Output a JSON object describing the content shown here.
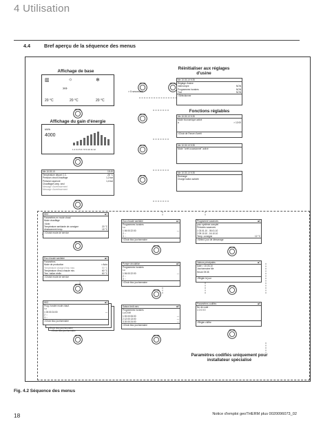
{
  "header": {
    "chapter": "4 Utilisation"
  },
  "section": {
    "number": "4.4",
    "title": "Bref aperçu de la séquence des menus"
  },
  "labels": {
    "base_display": "Affichage de base",
    "energy_display": "Affichage du gain d'énergie",
    "reset": "Réinitialiser aux réglages d'usine",
    "functions": "Fonctions réglables",
    "coded": "Paramètres codifiés uniquement pour installateur spécialisé",
    "seconds": "> 5 secondes"
  },
  "base_panel": {
    "temps": [
      "20 °C",
      "20 °C",
      "20 °C"
    ],
    "icons": [
      "radiator-icon",
      "sun-icon",
      "snowflake-icon"
    ]
  },
  "energy_panel": {
    "kwh": "kWh",
    "value": "4000",
    "bars": [
      2,
      3,
      4,
      5,
      6,
      7,
      8,
      9,
      6,
      5,
      4,
      3
    ],
    "axis": "1 2 3 4 5 6 7 8 9 10 11 12"
  },
  "reset_panel": {
    "header": "Me 10.03.10 9:35",
    "rows": [
      {
        "k": "Réglage d'usine",
        "v": ""
      },
      {
        "k": "Interrompre",
        "v": "NON"
      },
      {
        "k": "Programmes horaires",
        "v": "NON"
      },
      {
        "k": "Tout",
        "v": "NON"
      }
    ],
    "footer": ">Sélectionner"
  },
  "func1": {
    "header": "Me 10.03.10 9:35",
    "rows": [
      {
        "k": "Mode économique activé",
        "v": ""
      },
      {
        "k": "à",
        "v": "> 12:00"
      }
    ],
    "footer": ">Choix de l'heure d'arrêt"
  },
  "func2": {
    "header": "Me 10.03.10 9:35",
    "rows": [
      {
        "k": "Mode \"arrêt occasionnel\" activé",
        "v": ""
      }
    ]
  },
  "func3": {
    "header": "Me 10.03.10 9:35",
    "rows": [
      {
        "k": "Recharge",
        "v": ""
      },
      {
        "k": "Charge ballon activée",
        "v": ""
      }
    ]
  },
  "status_panel": {
    "header": "Me 10.03.10",
    "time": "15:49",
    "rows": [
      {
        "k": "Température départ C.C.",
        "v": "28 °C"
      },
      {
        "k": "Pression circuit chauffage",
        "v": "1,2 bar"
      },
      {
        "k": "Pression saumure",
        "v": "1,4 bar"
      },
      {
        "k": "Chauffage/Comp. seul",
        "v": ""
      },
      {
        "k": "Message d'avertissement",
        "v": ""
      },
      {
        "k": "Message d'avertissement",
        "v": ""
      }
    ]
  },
  "heat1": {
    "header": "HK2",
    "sub": "Paramètres en mode chauf.",
    "rows": [
      {
        "k": "Mode chauffage",
        "v": ""
      },
      {
        "k": ">Auto",
        "v": ""
      },
      {
        "k": "Température ambiante de consigne",
        "v": "20 °C"
      },
      {
        "k": "Abaissement temp.",
        "v": "15 °C"
      }
    ],
    "footer": ">Choisir mode de service"
  },
  "ecs1": {
    "header": "Eau chaude sanitaire",
    "sub": "Programmes horaires",
    "rows": [
      {
        "k": "Lu",
        "v": ""
      },
      {
        "k": "1 06:00  22:00",
        "v": "—"
      },
      {
        "k": "2 : :",
        "v": ""
      },
      {
        "k": "3 : :",
        "v": ""
      }
    ],
    "footer": ">Choix bloc jour/semaine"
  },
  "vac": {
    "header": "Programme vacances",
    "sub": "pour système complet",
    "rows": [
      {
        "k": "Périodes vacances",
        "v": ""
      },
      {
        "k": "1 03.01.10 - 05.01.10",
        "v": ""
      },
      {
        "k": "2 09.10.10 - 16.10.10",
        "v": ""
      },
      {
        "k": "Temp. consigne",
        "v": "12 °C"
      }
    ],
    "footer": ">Sélect. jour de démarrage"
  },
  "ecs2": {
    "header": "Eau chaude sanitaire",
    "sub": "Paramètres",
    "rows": [
      {
        "k": "Mode de production",
        "v": "> Auto"
      },
      {
        "k": "Température charge d'eau max.",
        "v": "50 °C"
      },
      {
        "k": "Température d'eau chaude min.",
        "v": "60 °C"
      },
      {
        "k": "Tem. ballon réelle",
        "v": "60 °C"
      }
    ],
    "footer": ">Choisir mode de service"
  },
  "pump": {
    "header": "Pompe circulation",
    "sub": "Programmes horaires",
    "rows": [
      {
        "k": "Lu",
        "v": ""
      },
      {
        "k": "1 06:00  22:00",
        "v": "—"
      },
      {
        "k": "2 : :",
        "v": ""
      },
      {
        "k": "3 : :",
        "v": ""
      }
    ],
    "footer": ">Choix bloc jour/semaine"
  },
  "basic": {
    "header": "Valeurs principales",
    "rows": [
      {
        "k": "Date > 10.03.10",
        "v": ""
      },
      {
        "k": "Jour/semaine Me",
        "v": ""
      },
      {
        "k": "Heure 09:35",
        "v": ""
      }
    ],
    "footer": ">Régler le jour"
  },
  "hk2b": {
    "header": "HK2",
    "sub": "Prog. horaire mode chauf.",
    "rows": [
      {
        "k": "Lu",
        "v": ""
      },
      {
        "k": "1 00:00  24:00",
        "v": "—"
      },
      {
        "k": "2 : :",
        "v": ""
      },
      {
        "k": "3 : :",
        "v": ""
      }
    ],
    "footer": ">Choix bloc jour/semaine",
    "behind1": ">Choix bloc jour/semaine",
    "behind2": ">Choix bloc jour/semaine"
  },
  "legion": {
    "header": "Saison levit vers",
    "sub": "Programmes horaires",
    "rows": [
      {
        "k": "Lu Di Mi",
        "v": ""
      },
      {
        "k": "1 00:00  06:00",
        "v": "—"
      },
      {
        "k": "2 12:00  13:00",
        "v": "—"
      },
      {
        "k": "3 20:00  24:00",
        "v": "—"
      }
    ],
    "footer": ">Choix bloc jour/semaine"
  },
  "codes": {
    "header": "Paramètres codifiés",
    "rows": [
      {
        "k": "No de code :",
        "v": ""
      },
      {
        "k": "1 0 0 0 0",
        "v": ""
      }
    ],
    "footer": ">Régler chiffre"
  },
  "footer": {
    "figure": "Fig. 4.2 Séquence des menus",
    "page": "18",
    "note": "Notice d'emploi geoTHERM plus 0020096073_02"
  }
}
